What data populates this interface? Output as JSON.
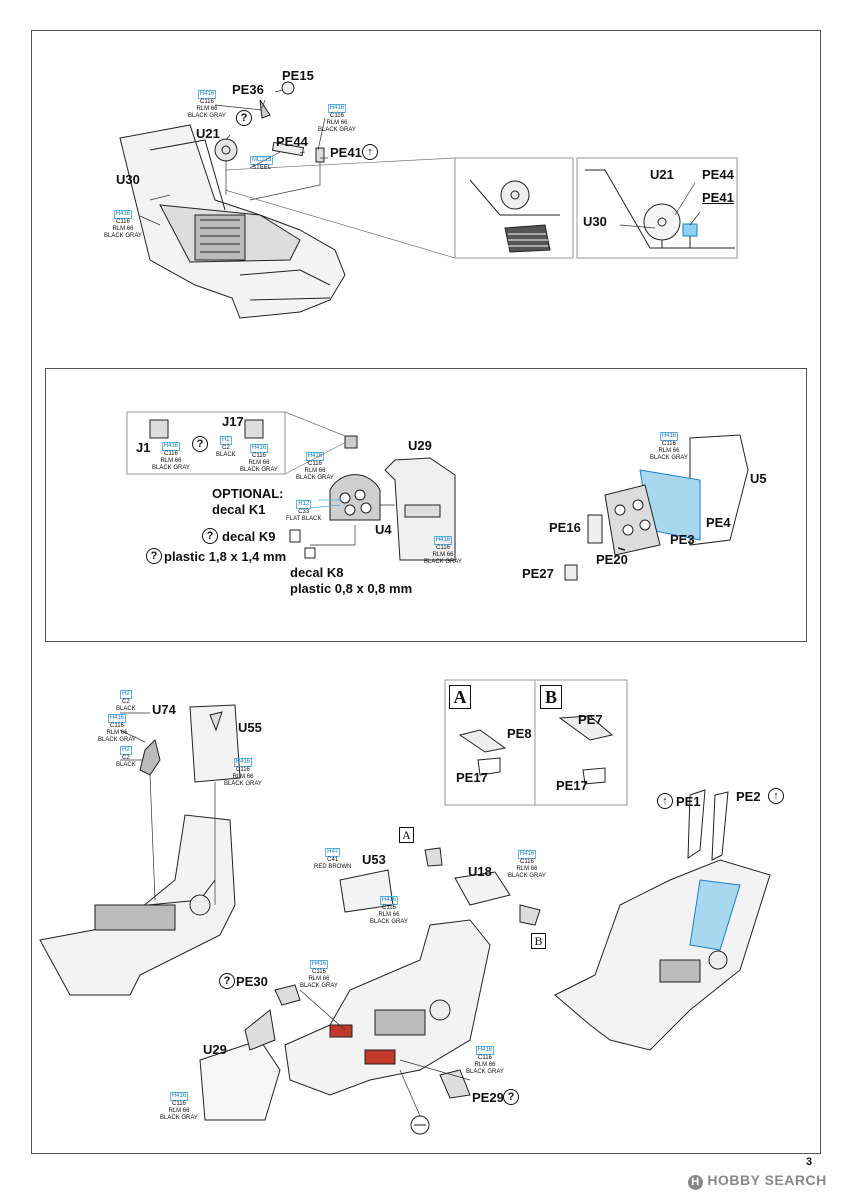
{
  "page_number": "3",
  "watermark": {
    "logo": "H",
    "text": "HOBBY SEARCH"
  },
  "paint_codes": {
    "rlm66": {
      "h": "H416",
      "c": "C116",
      "n1": "RLM 66",
      "n2": "BLACK GRAY"
    },
    "rlm66_short": {
      "h": "H416",
      "c": "C116",
      "n1": "RLM 66",
      "n2": "BLACK GRAY"
    },
    "steel": {
      "h": "MC213",
      "n": "STEEL"
    },
    "black": {
      "h": "H2",
      "c": "C2",
      "n": "BLACK"
    },
    "flat_black": {
      "h": "H12",
      "c": "C33",
      "n": "FLAT BLACK"
    },
    "red_brown": {
      "h": "H47",
      "c": "C41",
      "n": "RED BROWN"
    }
  },
  "step1": {
    "parts": [
      "PE15",
      "PE36",
      "U21",
      "PE44",
      "PE41",
      "U30"
    ],
    "detail_labels": {
      "u21": "U21",
      "pe44": "PE44",
      "pe41": "PE41",
      "u30": "U30"
    },
    "question": "?",
    "arrow": "↑"
  },
  "step2": {
    "inset": {
      "j1": "J1",
      "j17": "J17",
      "question": "?"
    },
    "u29": "U29",
    "u4": "U4",
    "optional_line1": "OPTIONAL:",
    "optional_line2": "decal K1",
    "decal_k9": "decal K9",
    "plastic_1": "plastic 1,8 x 1,4 mm",
    "decal_k8": "decal K8",
    "plastic_2": "plastic 0,8 x 0,8 mm",
    "u5": "U5",
    "pe4": "PE4",
    "pe16": "PE16",
    "pe3": "PE3",
    "pe20": "PE20",
    "pe27": "PE27"
  },
  "step3": {
    "option_a": {
      "letter": "A",
      "pe8": "PE8",
      "pe17": "PE17"
    },
    "option_b": {
      "letter": "B",
      "pe7": "PE7",
      "pe17": "PE17"
    },
    "u74": "U74",
    "u55": "U55",
    "u53": "U53",
    "u18": "U18",
    "pe30": "PE30",
    "u29": "U29",
    "pe29": "PE29",
    "pe1": "PE1",
    "pe2": "PE2",
    "letter_a": "A",
    "letter_b": "B"
  }
}
